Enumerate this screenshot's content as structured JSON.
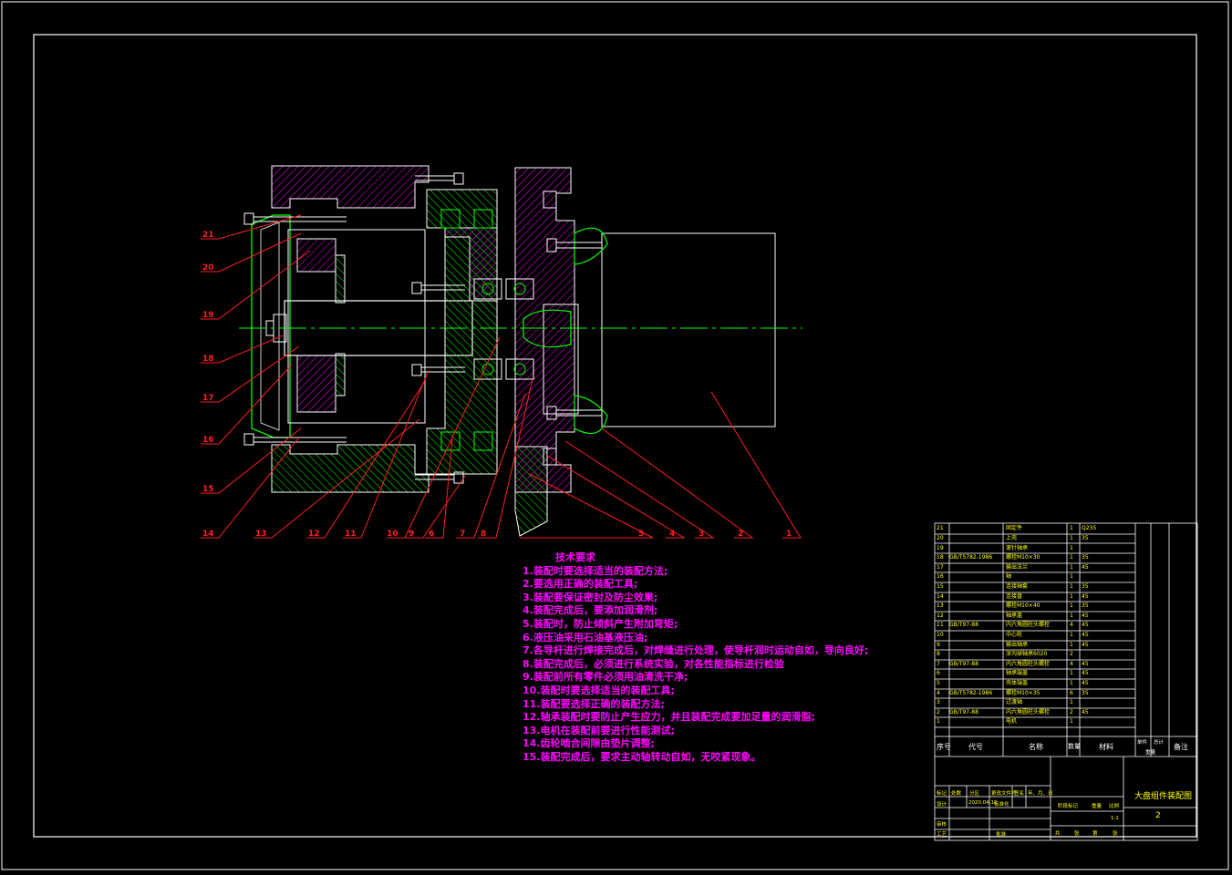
{
  "drawing": {
    "title": "大盘组件装配图",
    "drawing_number": "2",
    "scale": "1:1"
  },
  "callouts": [
    "1",
    "2",
    "3",
    "4",
    "5",
    "6",
    "7",
    "8",
    "9",
    "10",
    "11",
    "12",
    "13",
    "14",
    "15",
    "16",
    "17",
    "18",
    "19",
    "20",
    "21"
  ],
  "tech_requirements": {
    "title": "技术要求",
    "items": [
      "1.装配时要选择适当的装配方法;",
      "2.要选用正确的装配工具;",
      "3.装配要保证密封及防尘效果;",
      "4.装配完成后，要添加润滑剂;",
      "5.装配时，防止倾斜产生附加弯矩;",
      "6.液压油采用石油基液压油;",
      "7.各导杆进行焊接完成后，对焊缝进行处理，使导杆润时运动自如，导向良好;",
      "8.装配完成后，必须进行系统实验，对各性能指标进行检验",
      "9.装配前所有零件必须用油清洗干净;",
      "10.装配时要选择适当的装配工具;",
      "11.装配要选择正确的装配方法;",
      "12.轴承装配时要防止产生应力，并且装配完成要加足量的润滑脂;",
      "13.电机在装配前要进行性能测试;",
      "14.齿轮啮合间隙由垫片调整;",
      "15.装配完成后，要求主动轴转动自如，无咬紧现象。"
    ]
  },
  "bom": {
    "rows": [
      {
        "no": "21",
        "code": "",
        "name": "固定件",
        "qty": "1",
        "mat": "Q235"
      },
      {
        "no": "20",
        "code": "",
        "name": "上壳",
        "qty": "1",
        "mat": "35"
      },
      {
        "no": "19",
        "code": "",
        "name": "滚针轴承",
        "qty": "1",
        "mat": ""
      },
      {
        "no": "18",
        "code": "GB/T5782-1986",
        "name": "螺栓M10×30",
        "qty": "1",
        "mat": "35"
      },
      {
        "no": "17",
        "code": "",
        "name": "输出法兰",
        "qty": "1",
        "mat": "45"
      },
      {
        "no": "16",
        "code": "",
        "name": "轴",
        "qty": "1",
        "mat": ""
      },
      {
        "no": "15",
        "code": "",
        "name": "连接轴套",
        "qty": "1",
        "mat": "35"
      },
      {
        "no": "14",
        "code": "",
        "name": "连接盘",
        "qty": "1",
        "mat": "45"
      },
      {
        "no": "13",
        "code": "",
        "name": "螺栓M10×40",
        "qty": "1",
        "mat": "35"
      },
      {
        "no": "12",
        "code": "",
        "name": "轴承盖",
        "qty": "1",
        "mat": "45"
      },
      {
        "no": "11",
        "code": "GB/T97-88",
        "name": "内六角圆柱头螺栓",
        "qty": "4",
        "mat": "45"
      },
      {
        "no": "10",
        "code": "",
        "name": "中心轮",
        "qty": "1",
        "mat": "45"
      },
      {
        "no": "9",
        "code": "",
        "name": "输出轴承",
        "qty": "1",
        "mat": "45"
      },
      {
        "no": "8",
        "code": "",
        "name": "深沟球轴承6020",
        "qty": "2",
        "mat": ""
      },
      {
        "no": "7",
        "code": "GB/T97-88",
        "name": "内六角圆柱头螺栓",
        "qty": "4",
        "mat": "45"
      },
      {
        "no": "6",
        "code": "",
        "name": "轴承端盖",
        "qty": "1",
        "mat": "45"
      },
      {
        "no": "5",
        "code": "",
        "name": "壳体端盖",
        "qty": "1",
        "mat": "45"
      },
      {
        "no": "4",
        "code": "GB/T5782-1986",
        "name": "螺栓M10×35",
        "qty": "6",
        "mat": "35"
      },
      {
        "no": "3",
        "code": "",
        "name": "过渡轴",
        "qty": "1",
        "mat": ""
      },
      {
        "no": "2",
        "code": "GB/T97-88",
        "name": "内六角圆柱头螺栓",
        "qty": "2",
        "mat": "45"
      },
      {
        "no": "1",
        "code": "",
        "name": "电机",
        "qty": "1",
        "mat": ""
      }
    ],
    "headers": {
      "no": "序号",
      "code": "代号",
      "name": "名称",
      "qty": "数量",
      "mat": "材料",
      "unit": "单件",
      "total": "总计",
      "weight": "重量",
      "remark": "备注"
    }
  },
  "title_block": {
    "mark": "标记",
    "count": "处数",
    "zone": "分区",
    "doc": "更改文件号",
    "sign": "签名",
    "date": "年、月、日",
    "design": "设计",
    "std": "标准化",
    "stage": "阶段标记",
    "weight": "重量",
    "scale_lbl": "比例",
    "check": "审核",
    "process": "工艺",
    "approve": "批准",
    "total_sheets": "共",
    "sheets": "张",
    "sheet_no": "第",
    "sheet_lbl": "张",
    "date_value": "2020.04.10"
  },
  "colors": {
    "background": "#000000",
    "outline": "#ffffff",
    "part": "#00ff00",
    "hatch": "#ff00ff",
    "center": "#00ff00",
    "leader": "#ff2020",
    "text_req": "#ff00ff",
    "table_text": "#ffff00"
  }
}
